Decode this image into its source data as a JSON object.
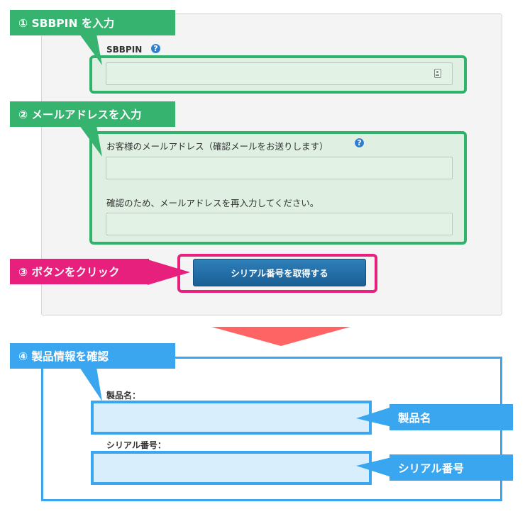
{
  "steps": {
    "step1": "① SBBPIN を入力",
    "step2": "② メールアドレスを入力",
    "step3": "③ ボタンをクリック",
    "step4": "④ 製品情報を確認"
  },
  "form": {
    "sbbpin_label": "SBBPIN",
    "email_label": "お客様のメールアドレス（確認メールをお送りします）",
    "email_confirm_label": "確認のため、メールアドレスを再入力してください。",
    "submit_button": "シリアル番号を取得する",
    "help_glyph": "?"
  },
  "result": {
    "product_name_label": "製品名：",
    "serial_number_label": "シリアル番号：",
    "product_name_callout": "製品名",
    "serial_number_callout": "シリアル番号"
  },
  "icons": [
    "help-icon",
    "keypad-icon",
    "arrow-down-icon"
  ],
  "colors": {
    "green": "#35b36f",
    "pink": "#e8207d",
    "blue": "#3aa6ef",
    "arrow": "#ff6464",
    "button": "#1a5f96"
  }
}
